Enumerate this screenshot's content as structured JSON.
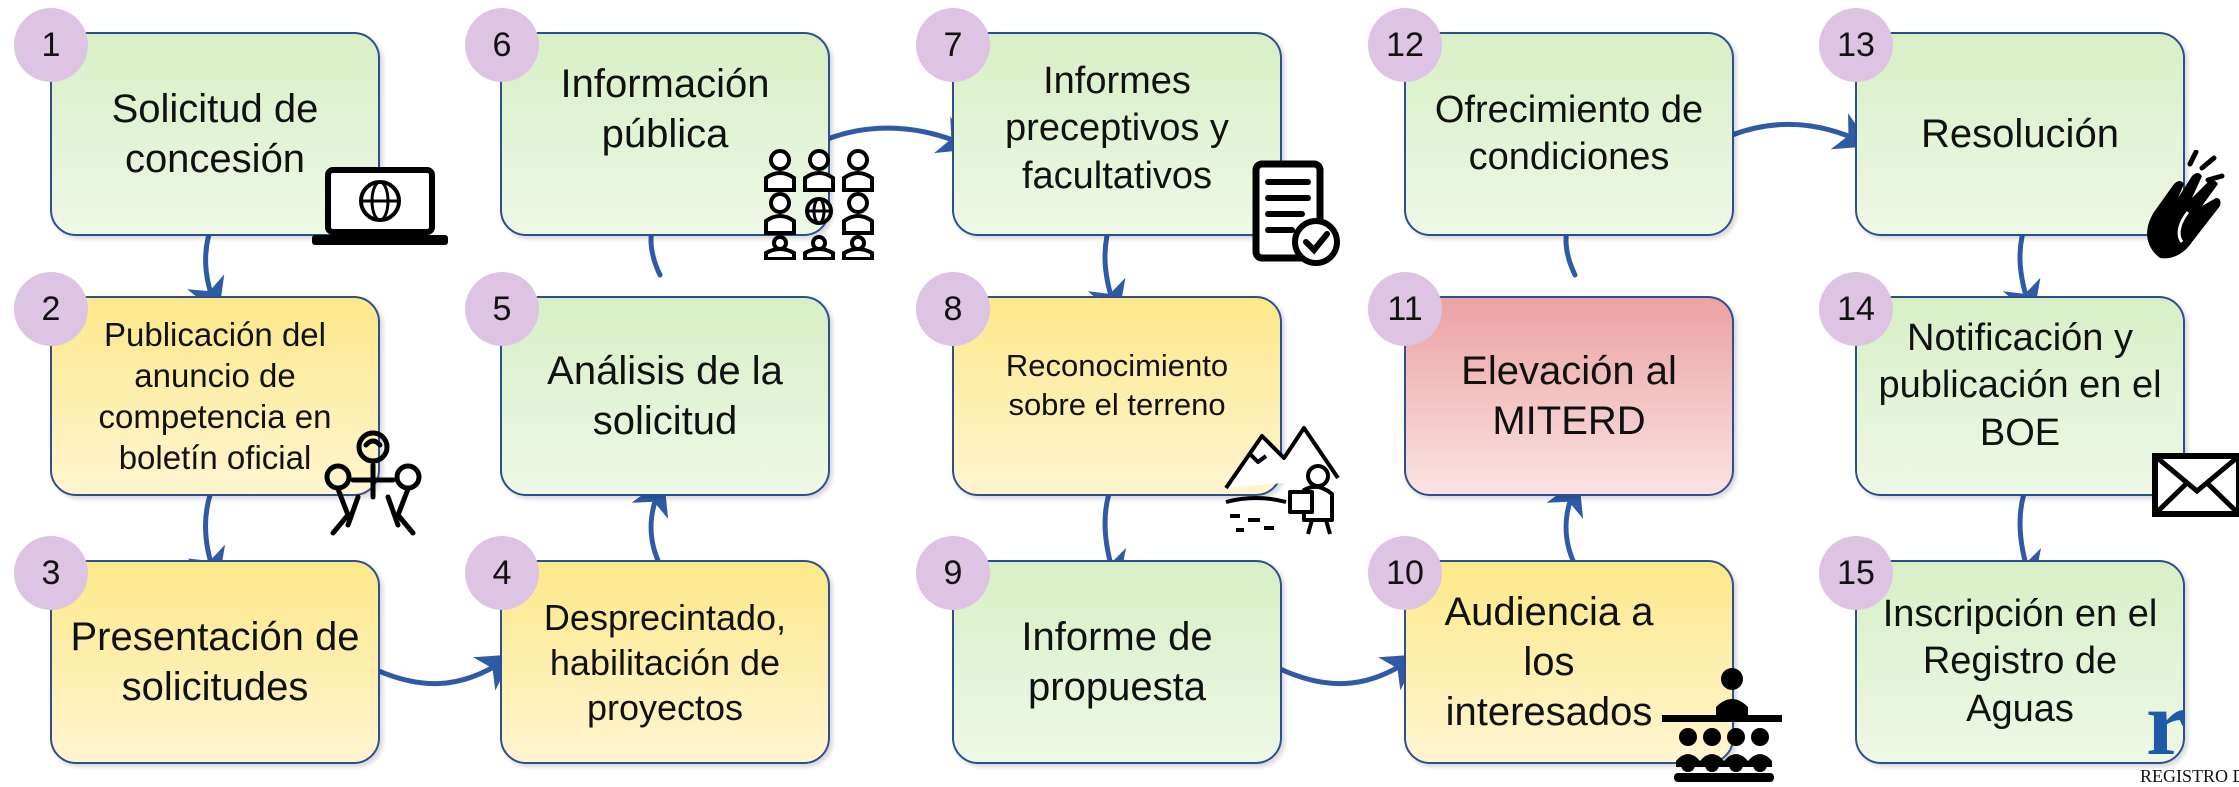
{
  "steps": [
    {
      "n": "1",
      "label": "Solicitud de concesión",
      "color": "#d8efc6",
      "icon": "laptop-globe-icon"
    },
    {
      "n": "2",
      "label": "Publicación del anuncio de competencia en boletín oficial",
      "color": "#fde88a",
      "icon": "people-group-icon"
    },
    {
      "n": "3",
      "label": "Presentación de solicitudes",
      "color": "#fde88a"
    },
    {
      "n": "4",
      "label": "Desprecintado, habilitación de proyectos",
      "color": "#fde88a"
    },
    {
      "n": "5",
      "label": "Análisis de la solicitud",
      "color": "#d8efc6"
    },
    {
      "n": "6",
      "label": "Información pública",
      "color": "#d8efc6",
      "icon": "public-audience-icon"
    },
    {
      "n": "7",
      "label": "Informes preceptivos y facultativos",
      "color": "#d8efc6",
      "icon": "document-check-icon"
    },
    {
      "n": "8",
      "label": "Reconocimiento sobre el terreno",
      "color": "#fde88a",
      "icon": "field-survey-icon"
    },
    {
      "n": "9",
      "label": "Informe de propuesta",
      "color": "#d8efc6"
    },
    {
      "n": "10",
      "label": "Audiencia a los interesados",
      "color": "#fde88a",
      "icon": "audience-icon"
    },
    {
      "n": "11",
      "label": "Elevación al MITERD",
      "color": "#eba2a2"
    },
    {
      "n": "12",
      "label": "Ofrecimiento de condiciones",
      "color": "#d8efc6"
    },
    {
      "n": "13",
      "label": "Resolución",
      "color": "#d8efc6",
      "icon": "clapping-hands-icon"
    },
    {
      "n": "14",
      "label": "Notificación y publicación en el BOE",
      "color": "#d8efc6",
      "icon": "envelope-icon"
    },
    {
      "n": "15",
      "label": "Inscripción en el Registro de Aguas",
      "color": "#d8efc6",
      "icon": "registro-logo-icon"
    }
  ],
  "logo": {
    "letter": "r",
    "text": "REGISTRO DE AG"
  },
  "colors": {
    "border": "#2e4f8f",
    "arrow": "#2f5ba6",
    "badge": "#dcc4e2"
  }
}
